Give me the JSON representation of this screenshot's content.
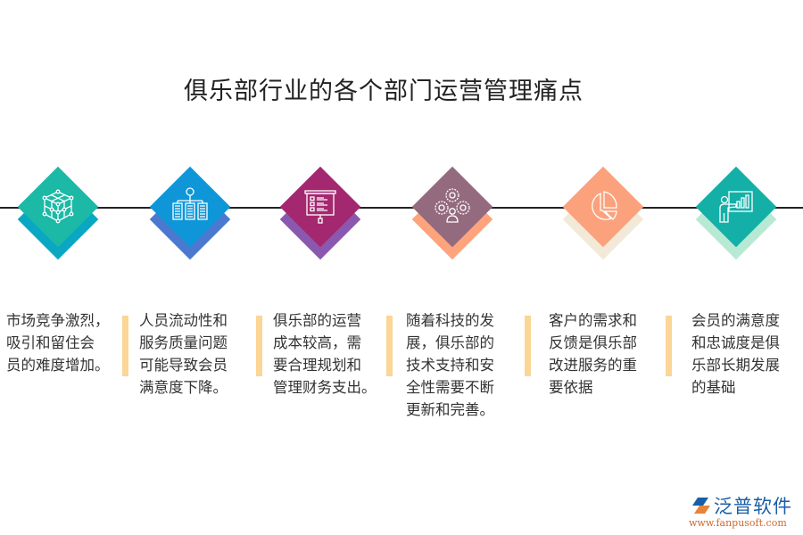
{
  "title": "俱乐部行业的各个部门运营管理痛点",
  "colors": {
    "timeline": "#222222",
    "divider_bar": "#fbd696"
  },
  "nodes": [
    {
      "icon": "network-cube-icon",
      "front_color": "#1bb9a6",
      "back_color": "#0aa7c2",
      "lines": [
        "市场竞争激烈，",
        "吸引和留住会",
        "员的难度增加。"
      ]
    },
    {
      "icon": "org-chart-servers-icon",
      "front_color": "#0e96d8",
      "back_color": "#4a79cf",
      "lines": [
        "人员流动性和",
        "服务质量问题",
        "可能导致会员",
        "满意度下降。"
      ]
    },
    {
      "icon": "presentation-board-icon",
      "front_color": "#a4286f",
      "back_color": "#8a58ae",
      "lines": [
        "俱乐部的运营",
        "成本较高，需",
        "要合理规划和",
        "管理财务支出。"
      ]
    },
    {
      "icon": "gears-person-icon",
      "front_color": "#946a7e",
      "back_color": "#fda47d",
      "lines": [
        "随着科技的发",
        "展，俱乐部的",
        "技术支持和安",
        "全性需要不断",
        "更新和完善。"
      ]
    },
    {
      "icon": "pie-chart-icon",
      "front_color": "#fba27c",
      "back_color": "#f3e9d8",
      "lines": [
        "客户的需求和",
        "反馈是俱乐部",
        "改进服务的重",
        "要依据"
      ]
    },
    {
      "icon": "presenter-chart-icon",
      "front_color": "#14b0a7",
      "back_color": "#b7e9d5",
      "lines": [
        "会员的满意度",
        "和忠诚度是俱",
        "乐部长期发展",
        "的基础"
      ]
    }
  ],
  "logo": {
    "brand": "泛普软件",
    "url": "www.fanpusoft.com"
  }
}
